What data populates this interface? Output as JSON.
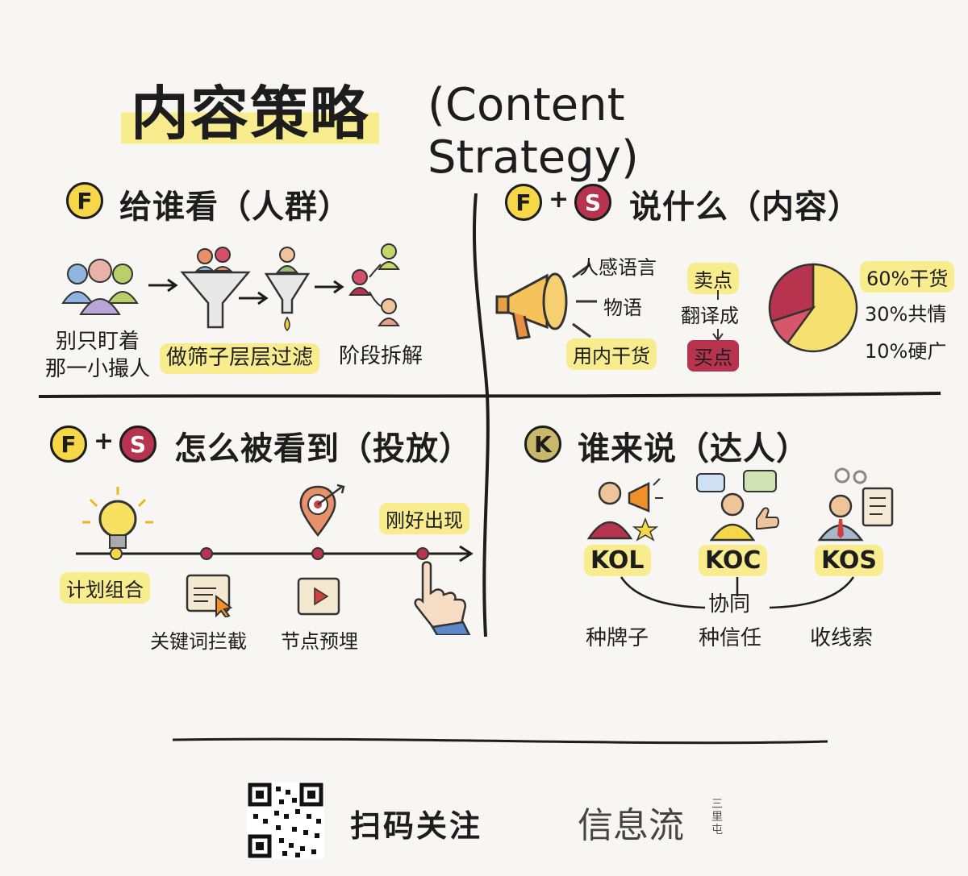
{
  "title": {
    "zh": "内容策略",
    "en": "(Content Strategy)"
  },
  "q1": {
    "badge": "F",
    "heading": "给谁看（人群）",
    "label_crowd": "别只盯着\n那一小撮人",
    "label_filter": "做筛子层层过滤",
    "label_split": "阶段拆解"
  },
  "q2": {
    "badge1": "F",
    "badge2": "S",
    "plus": "+",
    "heading": "说什么（内容）",
    "mega_labels": [
      "人感语言",
      "物语",
      "用内干货"
    ],
    "sell_point": "卖点",
    "translate": "翻译成",
    "buy_point": "买点",
    "pie_labels": [
      "60%干货",
      "30%共情",
      "10%硬广"
    ]
  },
  "q3": {
    "badge1": "F",
    "badge2": "S",
    "plus": "+",
    "heading": "怎么被看到（投放）",
    "plan": "计划组合",
    "keyword": "关键词拦截",
    "node": "节点预埋",
    "appear": "刚好出现"
  },
  "q4": {
    "badge": "K",
    "heading": "谁来说（达人）",
    "roles": [
      {
        "name": "KOL",
        "desc": "种牌子"
      },
      {
        "name": "KOC",
        "desc": "种信任"
      },
      {
        "name": "KOS",
        "desc": "收线索"
      }
    ],
    "synergy": "协同"
  },
  "footer": {
    "scan": "扫码关注",
    "brand": "信息流",
    "brand_side": "三里屯"
  },
  "colors": {
    "yellow": "#f6d748",
    "highlight": "#f8ec8e",
    "crimson": "#b8344e",
    "ink": "#1d1d1d"
  }
}
